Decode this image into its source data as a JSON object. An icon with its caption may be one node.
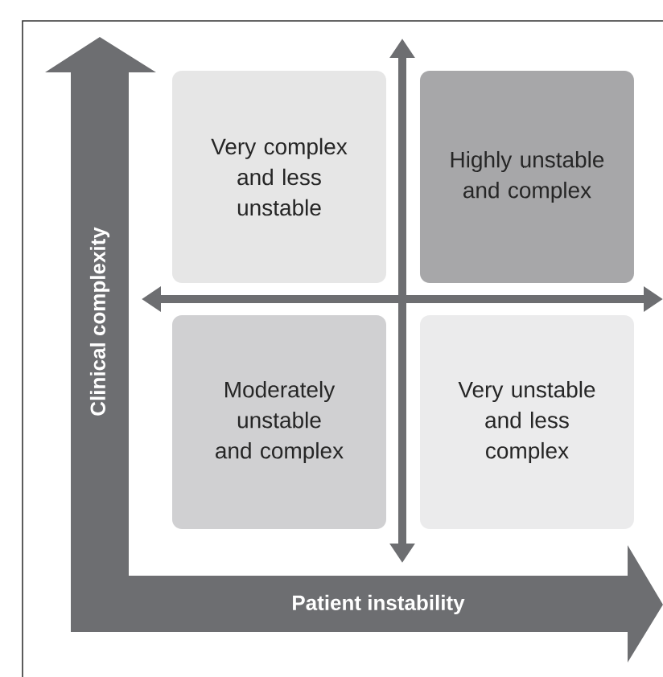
{
  "diagram": {
    "nodes": [
      {
        "text": [
          "Very complex and less unstable"
        ]
      },
      {
        "text": [
          "Highly unstable and complex"
        ]
      },
      {
        "text": [
          "Moderately unstable and complex"
        ]
      },
      {
        "text": [
          "Very unstable and less complex"
        ]
      }
    ],
    "labels": [
      "Clinical complexity",
      "Patient instability"
    ]
  }
}
